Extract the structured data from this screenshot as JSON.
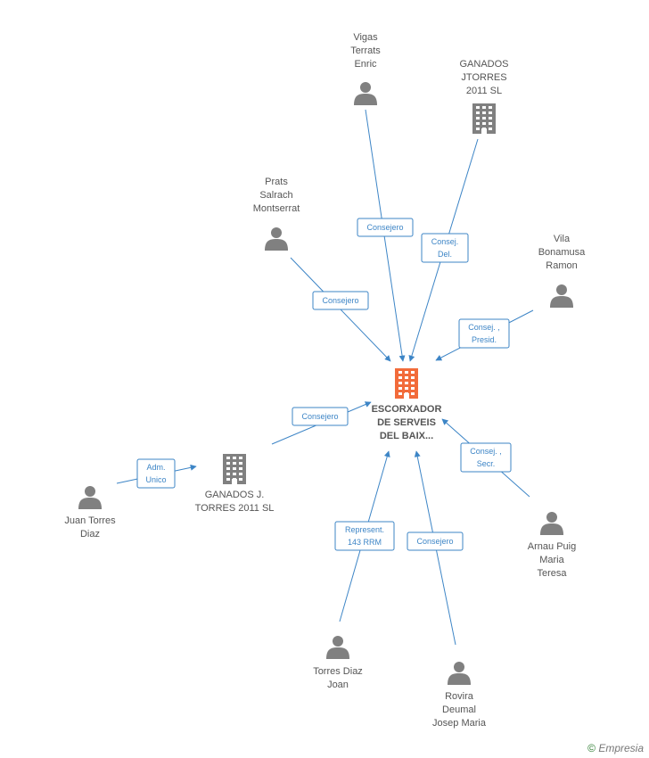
{
  "nodes": [
    {
      "id": "center",
      "kind": "company",
      "highlight": true,
      "label": [
        "ESCORXADOR",
        "DE SERVEIS",
        "DEL BAIX..."
      ]
    },
    {
      "id": "vigas",
      "kind": "person",
      "label": [
        "Vigas",
        "Terrats",
        "Enric"
      ]
    },
    {
      "id": "ganados_jtorres",
      "kind": "company",
      "label": [
        "GANADOS",
        "JTORRES",
        "2011  SL"
      ]
    },
    {
      "id": "prats",
      "kind": "person",
      "label": [
        "Prats",
        "Salrach",
        "Montserrat"
      ]
    },
    {
      "id": "vila",
      "kind": "person",
      "label": [
        "Vila",
        "Bonamusa",
        "Ramon"
      ]
    },
    {
      "id": "ganados_j",
      "kind": "company",
      "label": [
        "GANADOS J.",
        "TORRES 2011 SL"
      ]
    },
    {
      "id": "juan",
      "kind": "person",
      "label": [
        "Juan Torres",
        "Diaz"
      ]
    },
    {
      "id": "arnau",
      "kind": "person",
      "label": [
        "Arnau Puig",
        "Maria",
        "Teresa"
      ]
    },
    {
      "id": "torres_diaz",
      "kind": "person",
      "label": [
        "Torres Diaz",
        "Joan"
      ]
    },
    {
      "id": "rovira",
      "kind": "person",
      "label": [
        "Rovira",
        "Deumal",
        "Josep Maria"
      ]
    }
  ],
  "edges": [
    {
      "from": "vigas",
      "to": "center",
      "label": [
        "Consejero"
      ]
    },
    {
      "from": "ganados_jtorres",
      "to": "center",
      "label": [
        "Consej.",
        "Del."
      ]
    },
    {
      "from": "prats",
      "to": "center",
      "label": [
        "Consejero"
      ]
    },
    {
      "from": "vila",
      "to": "center",
      "label": [
        "Consej. ,",
        "Presid."
      ]
    },
    {
      "from": "ganados_j",
      "to": "center",
      "label": [
        "Consejero"
      ]
    },
    {
      "from": "juan",
      "to": "ganados_j",
      "label": [
        "Adm.",
        "Unico"
      ]
    },
    {
      "from": "arnau",
      "to": "center",
      "label": [
        "Consej. ,",
        "Secr."
      ]
    },
    {
      "from": "torres_diaz",
      "to": "center",
      "label": [
        "Represent.",
        "143 RRM"
      ]
    },
    {
      "from": "rovira",
      "to": "center",
      "label": [
        "Consejero"
      ]
    }
  ],
  "colors": {
    "edge": "#3d85c6",
    "node": "#808080",
    "highlight": "#f26b3a"
  },
  "footer": {
    "copyright": "©",
    "brand": "Empresia"
  }
}
